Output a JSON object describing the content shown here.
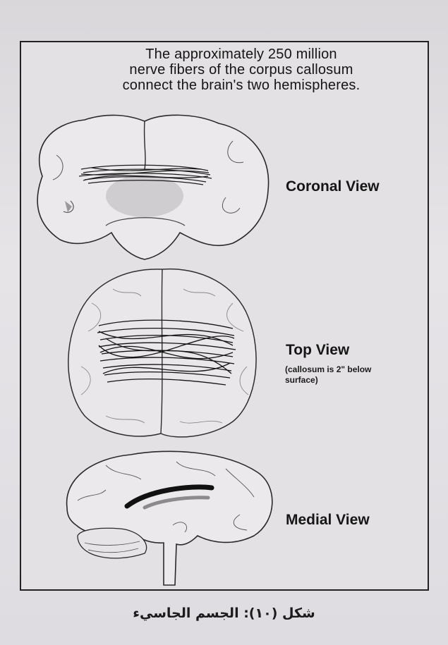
{
  "headline": {
    "line1": "The approximately 250 million",
    "line2": "nerve fibers of the corpus callosum",
    "line3": "connect the brain's two hemispheres."
  },
  "views": {
    "coronal": "Coronal View",
    "top": "Top View",
    "top_note_line1": "(callosum is 2\" below",
    "top_note_line2": "surface)",
    "medial": "Medial View"
  },
  "caption": "شكل (١٠): الجسم الجاسيء",
  "colors": {
    "ink": "#151515",
    "brain_fill": "#ebe9eb",
    "paper": "#e3e1e3"
  }
}
